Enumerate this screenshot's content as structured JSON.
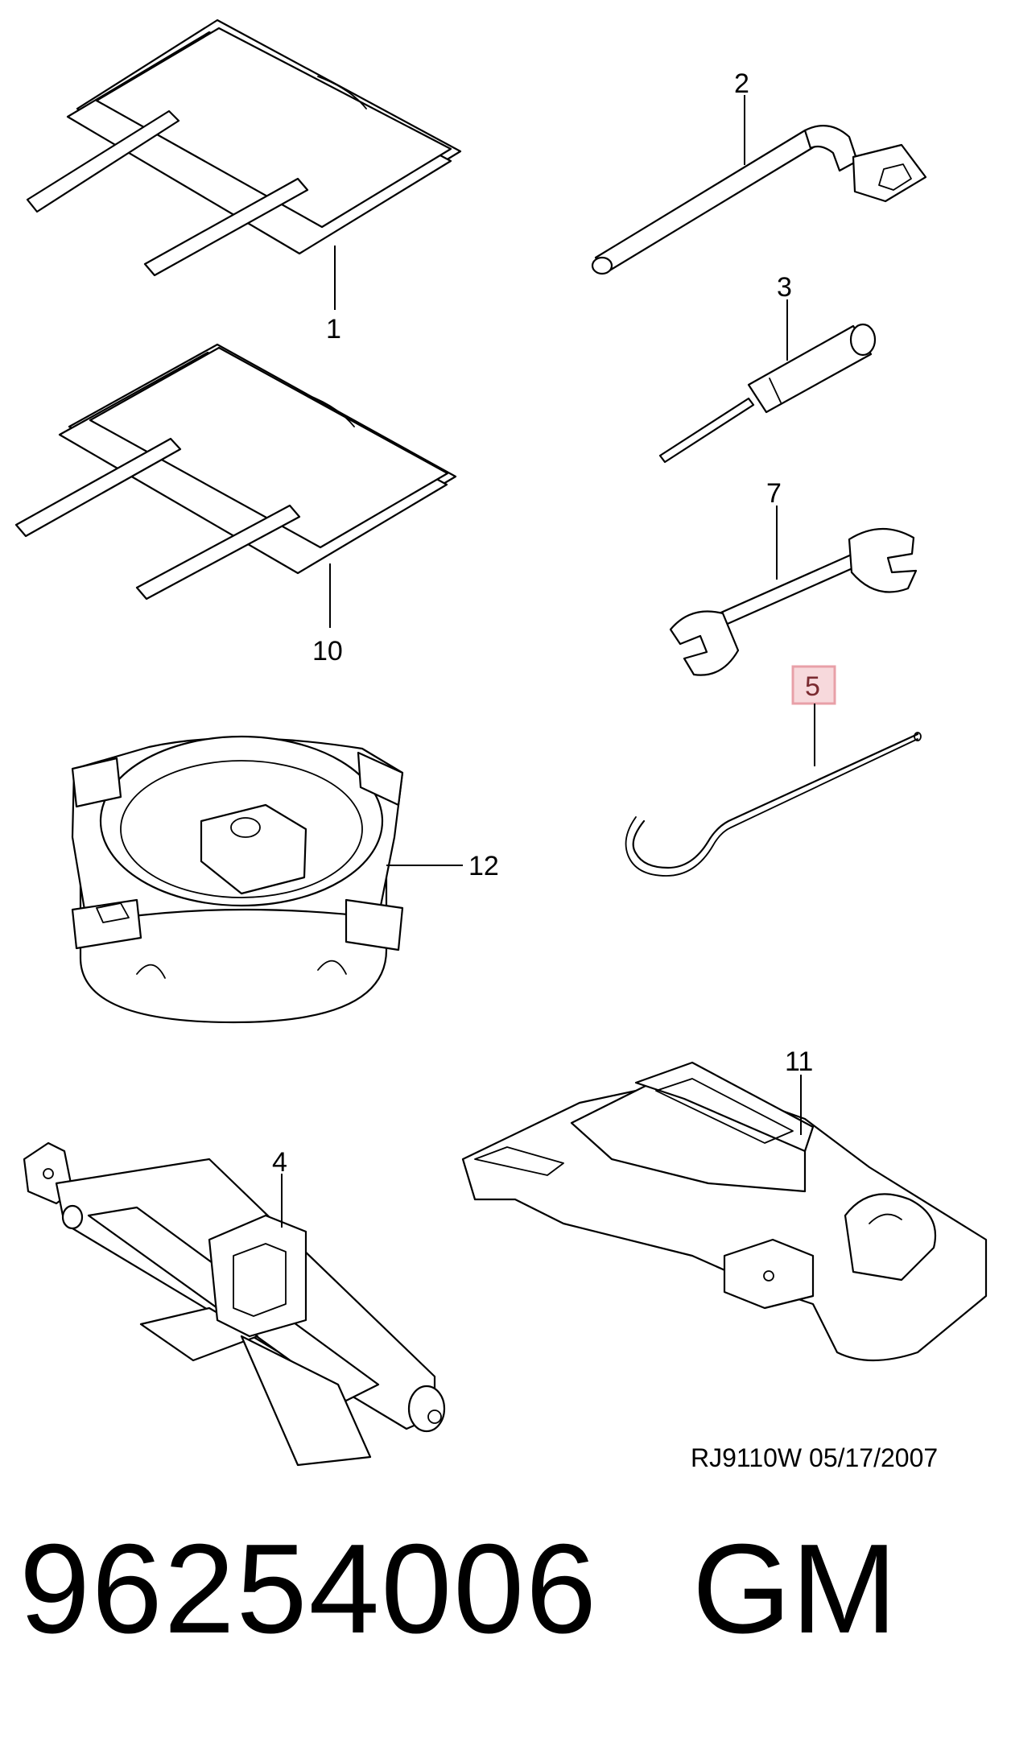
{
  "callouts": {
    "tool_bag_top": "1",
    "wheel_wrench": "2",
    "screwdriver": "3",
    "jack": "4",
    "hook_rod": "5",
    "spanner": "7",
    "tool_bag_bottom": "10",
    "jack_holder": "11",
    "tire_well_tray": "12"
  },
  "highlight_color": "#e8a0a8",
  "reference": "RJ9110W  05/17/2007",
  "footer": {
    "part_number": "96254006",
    "brand": "GM"
  }
}
